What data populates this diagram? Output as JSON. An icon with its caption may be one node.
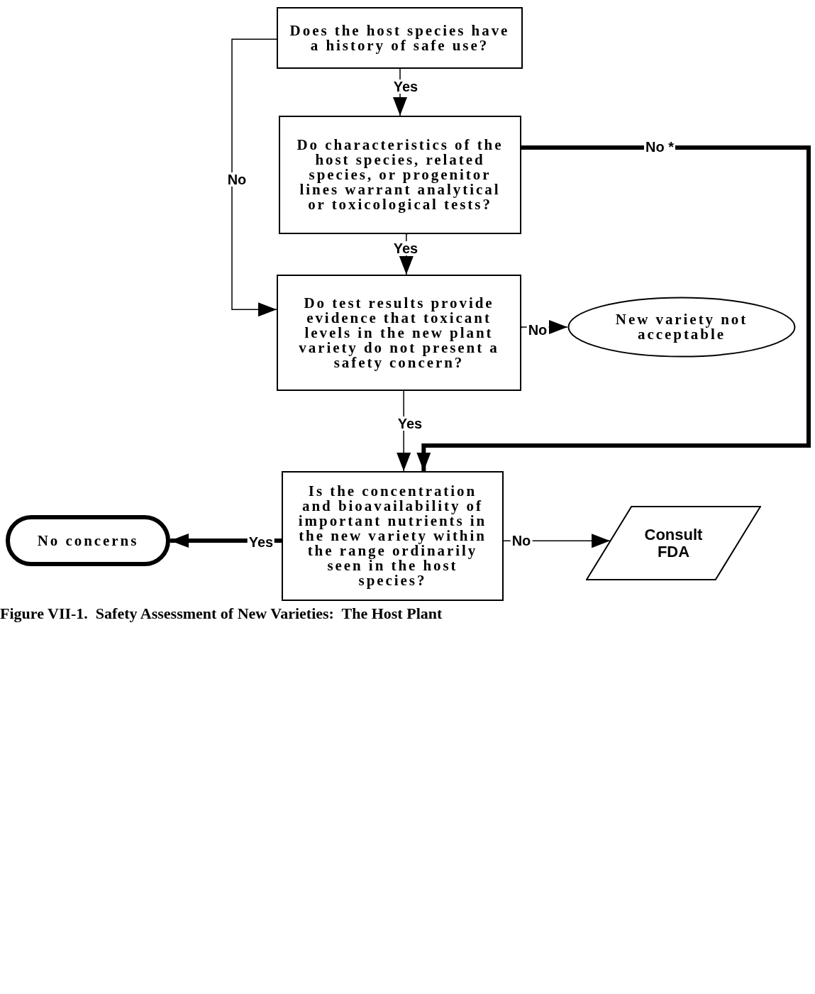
{
  "diagram": {
    "caption": "Figure VII-1.  Safety Assessment of New Varieties:  The Host Plant",
    "nodes": [
      {
        "text": [
          "Does the host species have a history of safe use?"
        ]
      },
      {
        "text": [
          "Do characteristics of the host species, related species, or progenitor lines warrant analytical or toxicological tests?"
        ]
      },
      {
        "text": [
          "Do test results provide evidence that toxicant levels in the new plant variety do not present a safety concern?"
        ]
      },
      {
        "text": [
          "New variety not acceptable"
        ]
      },
      {
        "text": [
          "Is the concentration and bioavailability of important nutrients in the new variety within the range ordinarily seen in the host species?"
        ]
      },
      {
        "text": [
          "No concerns"
        ]
      },
      {
        "text": [
          "Consult FDA"
        ]
      }
    ],
    "edges": [
      {
        "from": 0,
        "to": 1,
        "arrow": "to",
        "label": "Yes"
      },
      {
        "from": 0,
        "to": 2,
        "arrow": "to",
        "label": "No"
      },
      {
        "from": 1,
        "to": 2,
        "arrow": "to",
        "label": "Yes"
      },
      {
        "from": 1,
        "to": 4,
        "arrow": "to",
        "label": "No *",
        "style": "thick"
      },
      {
        "from": 2,
        "to": 3,
        "arrow": "to",
        "label": "No"
      },
      {
        "from": 2,
        "to": 4,
        "arrow": "to",
        "label": "Yes"
      },
      {
        "from": 4,
        "to": 5,
        "arrow": "to",
        "label": "Yes",
        "style": "thick"
      },
      {
        "from": 4,
        "to": 6,
        "arrow": "to",
        "label": "No"
      }
    ]
  }
}
